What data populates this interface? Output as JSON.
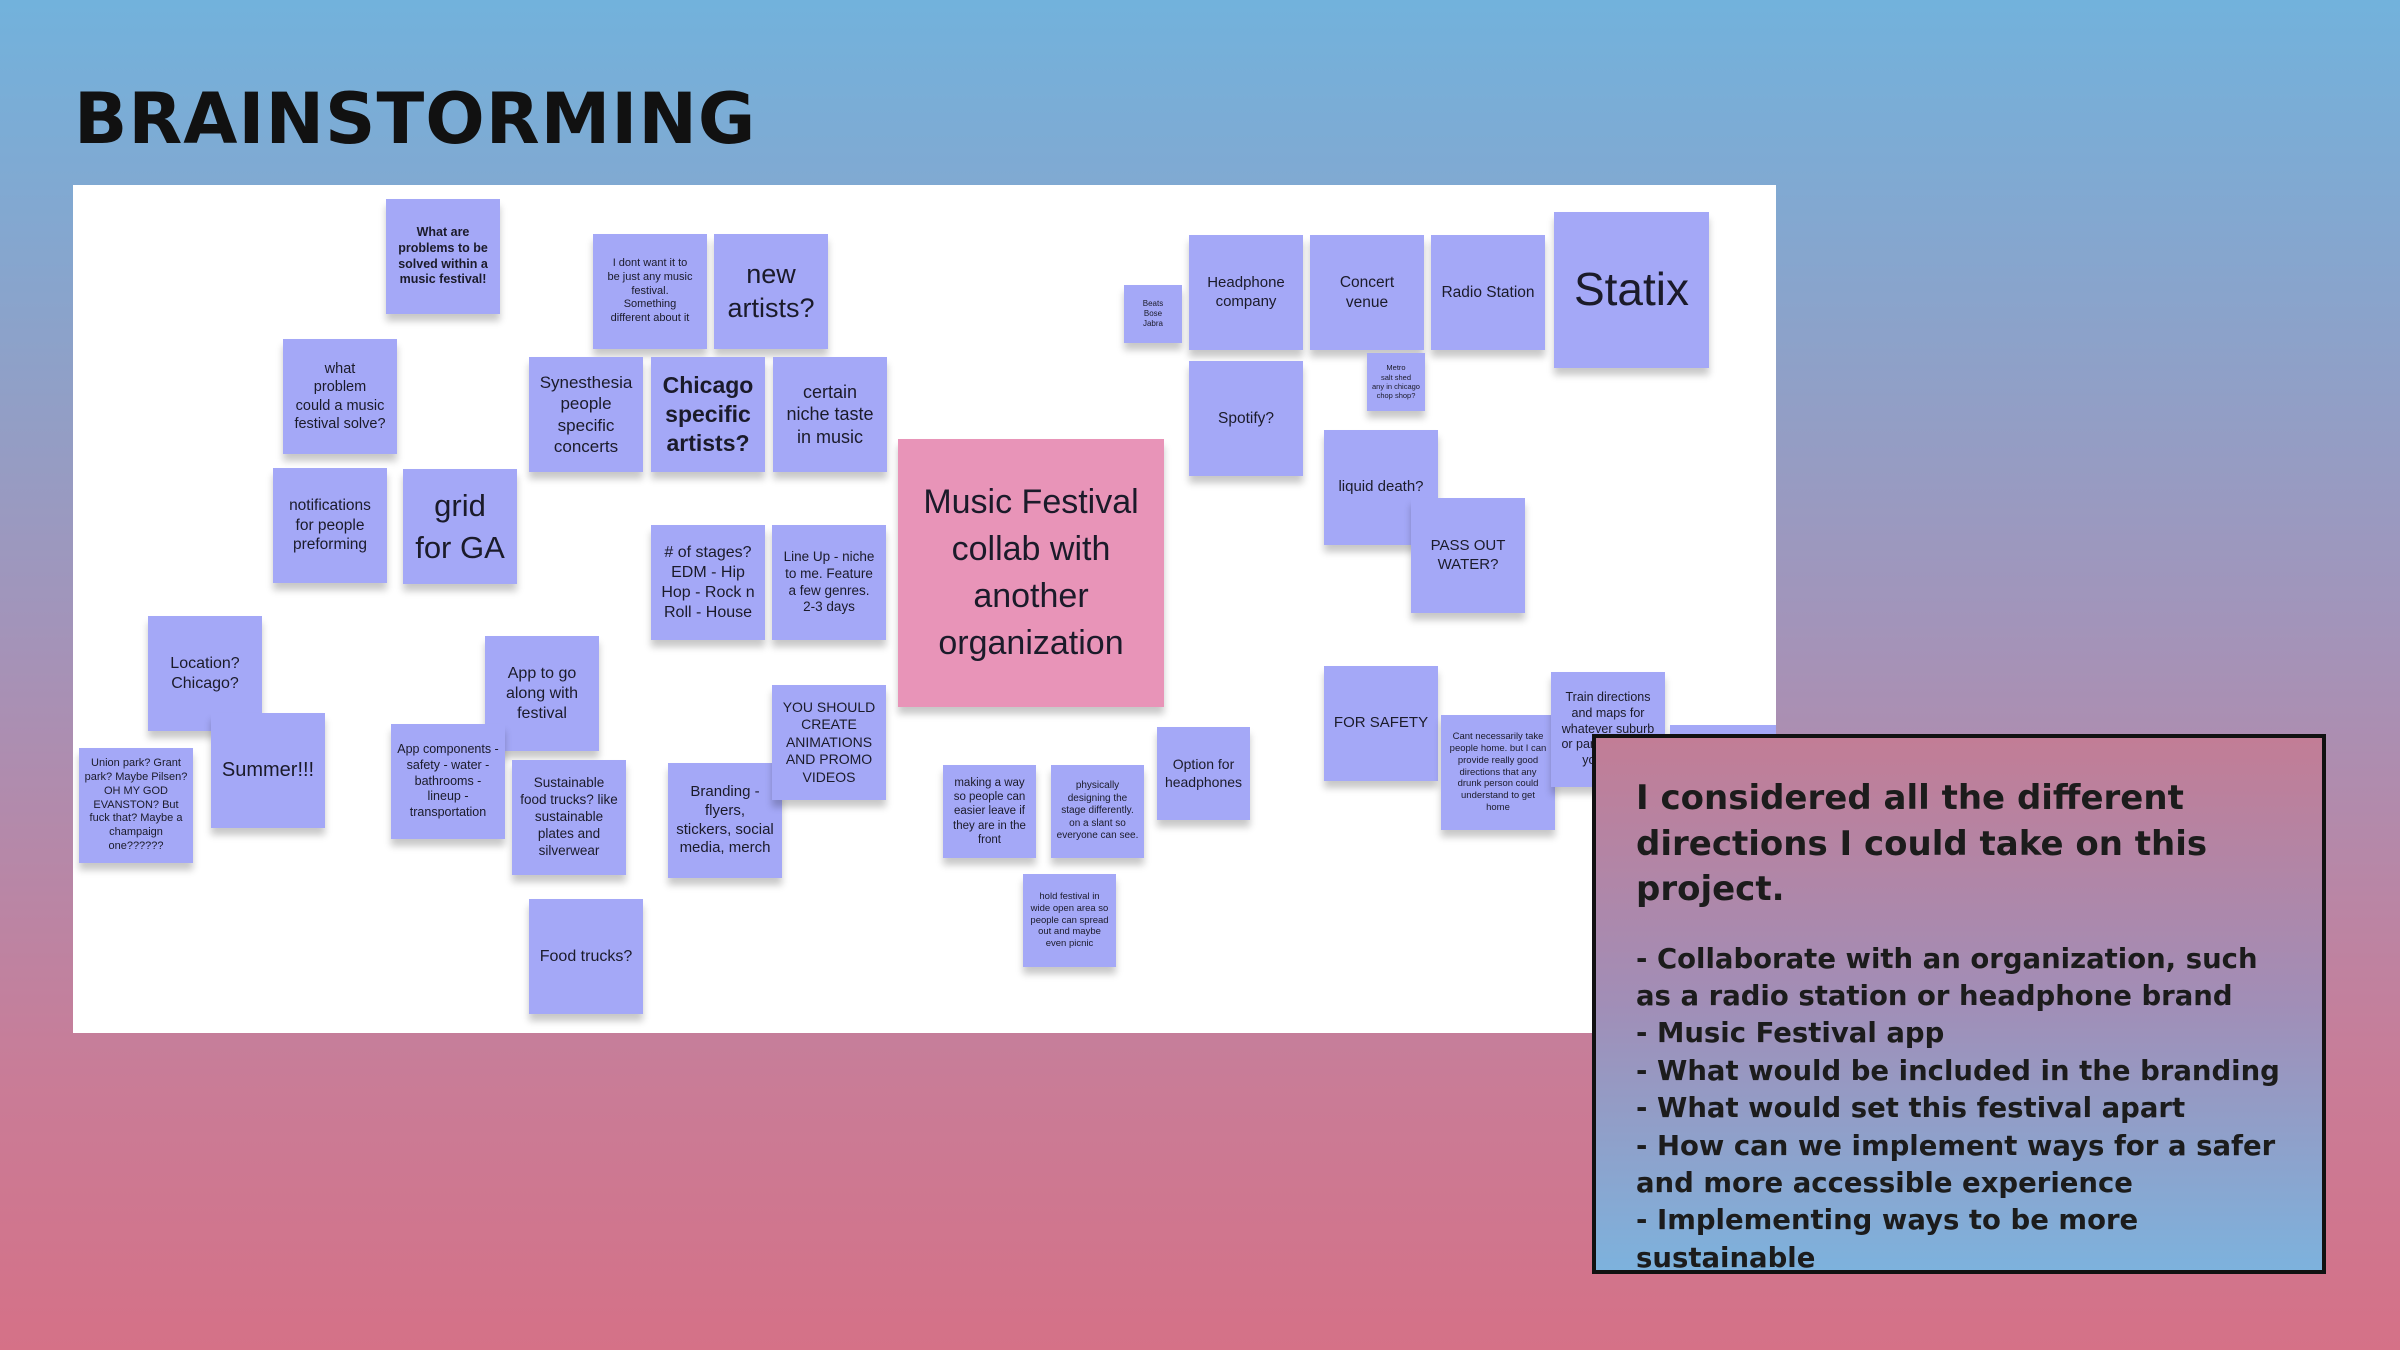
{
  "title": "BRAINSTORMING",
  "notes": [
    {
      "id": "problems-to-solve",
      "text": "What are\nproblems to be\nsolved within a\nmusic festival!"
    },
    {
      "id": "what-problem",
      "text": "what\nproblem\ncould a music\nfestival solve?"
    },
    {
      "id": "notifications",
      "text": "notifications\nfor people\npreforming"
    },
    {
      "id": "grid-for-ga",
      "text": "grid\nfor GA"
    },
    {
      "id": "dont-want",
      "text": "I dont want it to\nbe just any music\nfestival.\nSomething\ndifferent about it"
    },
    {
      "id": "new-artists",
      "text": "new\nartists?"
    },
    {
      "id": "synesthesia",
      "text": "Synesthesia\npeople\nspecific\nconcerts"
    },
    {
      "id": "chicago-artists",
      "text": "Chicago\nspecific\nartists?"
    },
    {
      "id": "niche-taste",
      "text": "certain\nniche taste\nin music"
    },
    {
      "id": "num-stages",
      "text": "# of stages?\nEDM - Hip\nHop - Rock n\nRoll - House"
    },
    {
      "id": "line-up",
      "text": "Line Up - niche\nto me. Feature\na few genres.\n2-3 days"
    },
    {
      "id": "location",
      "text": "Location?\nChicago?"
    },
    {
      "id": "app-to-go",
      "text": "App to go\nalong with\nfestival"
    },
    {
      "id": "summer",
      "text": "Summer!!!"
    },
    {
      "id": "union-park",
      "text": "Union park? Grant\npark? Maybe Pilsen?\nOH MY GOD\nEVANSTON? But\nfuck that? Maybe a\nchampaign\none??????"
    },
    {
      "id": "app-components",
      "text": "App components -\nsafety - water -\nbathrooms -\nlineup -\ntransportation"
    },
    {
      "id": "food-trucks-sustainable",
      "text": "Sustainable\nfood trucks? like\nsustainable\nplates and\nsilverwear"
    },
    {
      "id": "food-trucks",
      "text": "Food trucks?"
    },
    {
      "id": "branding",
      "text": "Branding -\nflyers,\nstickers, social\nmedia, merch"
    },
    {
      "id": "animations",
      "text": "YOU SHOULD\nCREATE\nANIMATIONS\nAND PROMO\nVIDEOS"
    },
    {
      "id": "main-idea",
      "text": "Music Festival\ncollab with\nanother\norganization"
    },
    {
      "id": "easier-leave",
      "text": "making a way\nso people can\neasier leave if\nthey are in the\nfront"
    },
    {
      "id": "stage-design",
      "text": "physically\ndesigning the\nstage differently.\non a slant so\neveryone can see."
    },
    {
      "id": "headphones-option",
      "text": "Option for\nheadphones"
    },
    {
      "id": "open-area",
      "text": "hold festival in\nwide open area so\npeople can spread\nout and maybe\neven picnic"
    },
    {
      "id": "beats",
      "text": "Beats\nBose\nJabra"
    },
    {
      "id": "headphone-company",
      "text": "Headphone\ncompany"
    },
    {
      "id": "concert-venue",
      "text": "Concert\nvenue"
    },
    {
      "id": "radio-station",
      "text": "Radio Station"
    },
    {
      "id": "statix",
      "text": "Statix"
    },
    {
      "id": "spotify",
      "text": "Spotify?"
    },
    {
      "id": "metro",
      "text": "Metro\nsalt shed\nany in chicago\nchop shop?"
    },
    {
      "id": "liquid-death",
      "text": "liquid death?"
    },
    {
      "id": "pass-out-water",
      "text": "PASS OUT\nWATER?"
    },
    {
      "id": "for-safety",
      "text": "FOR SAFETY"
    },
    {
      "id": "take-people-home",
      "text": "Cant necessarily take\npeople home. but I can\nprovide really good\ndirections that any\ndrunk person could\nunderstand to get\nhome"
    },
    {
      "id": "train-directions",
      "text": "Train directions\nand maps for\nwhatever suburb\nor part of the city\nyou need"
    }
  ],
  "summary": {
    "heading": "I considered all the different directions I could take on this project.",
    "items": [
      "- Collaborate with an organization, such as a radio station or headphone brand",
      "- Music Festival app",
      "- What would be included in the branding",
      "- What would set this festival apart",
      "- How can we implement ways for a safer and more accessible experience",
      "- Implementing ways to be more sustainable"
    ]
  }
}
